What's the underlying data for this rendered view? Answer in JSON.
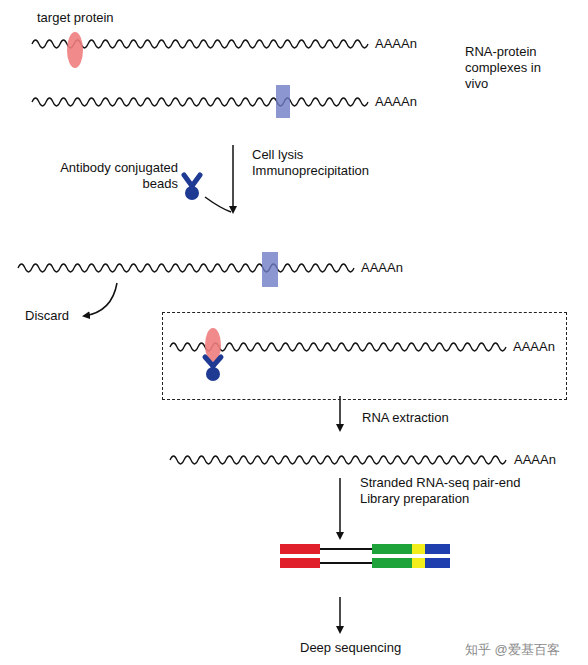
{
  "diagram": {
    "nodes": [
      {
        "text": [
          "AAAAn"
        ]
      }
    ],
    "labels": [
      "target protein",
      "AAAAn",
      "RNA-protein complexes in vivo",
      "AAAAn",
      "Cell lysis Immunoprecipitation",
      "Antibody conjugated beads",
      "AAAAn",
      "Discard",
      "RNA extraction",
      "AAAAn",
      "Stranded RNA-seq pair-end Library preparation",
      "Deep sequencing",
      "知乎 @爱基百客"
    ]
  }
}
